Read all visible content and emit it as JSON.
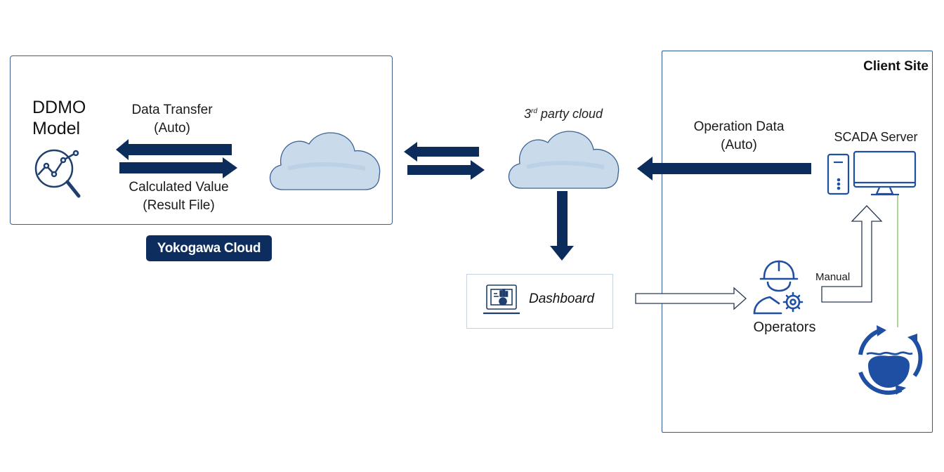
{
  "yokogawa_cloud": {
    "badge_label": "Yokogawa Cloud",
    "model_title_line1": "DDMO",
    "model_title_line2": "Model",
    "data_transfer_line1": "Data Transfer",
    "data_transfer_line2": "(Auto)",
    "calculated_value_line1": "Calculated Value",
    "calculated_value_line2": "(Result File)"
  },
  "third_party_cloud": {
    "label_prefix": "3",
    "label_sup": "rd",
    "label_suffix": " party cloud"
  },
  "dashboard": {
    "label": "Dashboard"
  },
  "client_site": {
    "title": "Client Site",
    "operation_data_line1": "Operation Data",
    "operation_data_line2": "(Auto)",
    "scada_label": "SCADA Server",
    "operators_label": "Operators",
    "manual_label": "Manual"
  },
  "icons": [
    "analytics-magnifier-icon",
    "cloud-icon",
    "dashboard-laptop-icon",
    "server-tower-icon",
    "monitor-icon",
    "operator-gear-icon",
    "water-cycle-icon"
  ],
  "colors": {
    "navy": "#0d2d5e",
    "arrow_navy": "#0c2c5c",
    "icon_blue": "#1f4fa3",
    "cloud_fill": "#c9daea",
    "cloud_stroke": "#3d6294",
    "line_green": "#8dc46a"
  }
}
